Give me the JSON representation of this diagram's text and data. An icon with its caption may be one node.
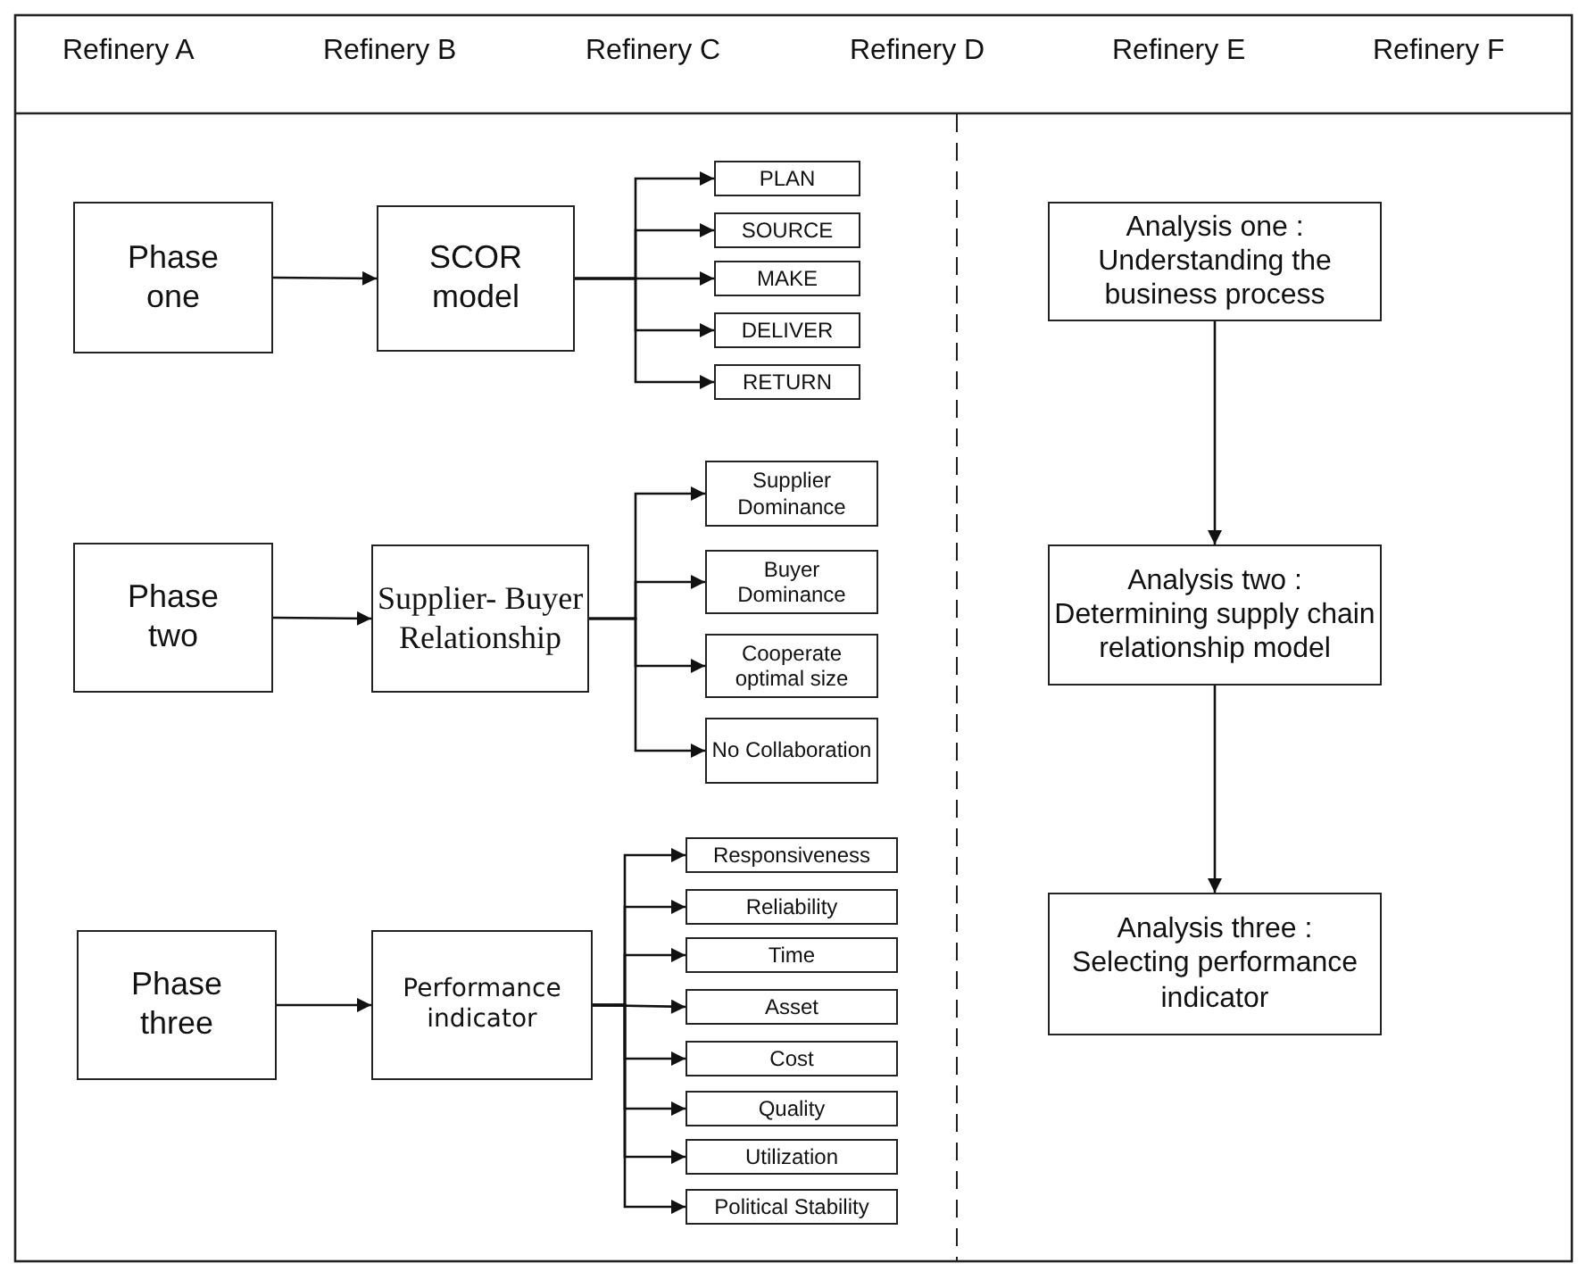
{
  "diagram": {
    "nodes": [
      {
        "text": [
          "Phase one"
        ]
      },
      {
        "text": [
          "SCOR model"
        ]
      },
      {
        "text": [
          "PLAN"
        ]
      },
      {
        "text": [
          "SOURCE"
        ]
      },
      {
        "text": [
          "MAKE"
        ]
      },
      {
        "text": [
          "DELIVER"
        ]
      },
      {
        "text": [
          "RETURN"
        ]
      },
      {
        "text": [
          "Phase two"
        ]
      },
      {
        "text": [
          "Supplier- Buyer Relationship"
        ]
      },
      {
        "text": [
          "Supplier Dominance"
        ]
      },
      {
        "text": [
          "Buyer Dominance"
        ]
      },
      {
        "text": [
          "Cooperate optimal size"
        ]
      },
      {
        "text": [
          "No Collaboration"
        ]
      },
      {
        "text": [
          "Phase three"
        ]
      },
      {
        "text": [
          "Performance indicator"
        ]
      },
      {
        "text": [
          "Responsiveness"
        ]
      },
      {
        "text": [
          "Reliability"
        ]
      },
      {
        "text": [
          "Time"
        ]
      },
      {
        "text": [
          "Asset"
        ]
      },
      {
        "text": [
          "Cost"
        ]
      },
      {
        "text": [
          "Quality"
        ]
      },
      {
        "text": [
          "Utilization"
        ]
      },
      {
        "text": [
          "Political Stability"
        ]
      },
      {
        "text": [
          "Analysis one : Understanding the business process"
        ]
      },
      {
        "text": [
          "Analysis two : Determining supply chain relationship model"
        ]
      },
      {
        "text": [
          "Analysis three : Selecting performance indicator"
        ]
      }
    ],
    "edges": [
      {
        "from": 0,
        "to": 1,
        "arrow": "to"
      },
      {
        "from": 1,
        "to": 2,
        "arrow": "to"
      },
      {
        "from": 1,
        "to": 3,
        "arrow": "to"
      },
      {
        "from": 1,
        "to": 4,
        "arrow": "to"
      },
      {
        "from": 1,
        "to": 5,
        "arrow": "to"
      },
      {
        "from": 1,
        "to": 6,
        "arrow": "to"
      },
      {
        "from": 7,
        "to": 8,
        "arrow": "to"
      },
      {
        "from": 8,
        "to": 9,
        "arrow": "to"
      },
      {
        "from": 8,
        "to": 10,
        "arrow": "to"
      },
      {
        "from": 8,
        "to": 11,
        "arrow": "to"
      },
      {
        "from": 8,
        "to": 12,
        "arrow": "to"
      },
      {
        "from": 13,
        "to": 14,
        "arrow": "to"
      },
      {
        "from": 14,
        "to": 15,
        "arrow": "to"
      },
      {
        "from": 14,
        "to": 16,
        "arrow": "to"
      },
      {
        "from": 14,
        "to": 17,
        "arrow": "to"
      },
      {
        "from": 14,
        "to": 18,
        "arrow": "to"
      },
      {
        "from": 14,
        "to": 19,
        "arrow": "to"
      },
      {
        "from": 14,
        "to": 20,
        "arrow": "to"
      },
      {
        "from": 14,
        "to": 21,
        "arrow": "to"
      },
      {
        "from": 14,
        "to": 22,
        "arrow": "to"
      },
      {
        "from": 23,
        "to": 24,
        "arrow": "to"
      },
      {
        "from": 24,
        "to": 25,
        "arrow": "to"
      }
    ],
    "labels": [
      "Refinery A",
      "Refinery B",
      "Refinery C",
      "Refinery D",
      "Refinery E",
      "Refinery F"
    ]
  }
}
